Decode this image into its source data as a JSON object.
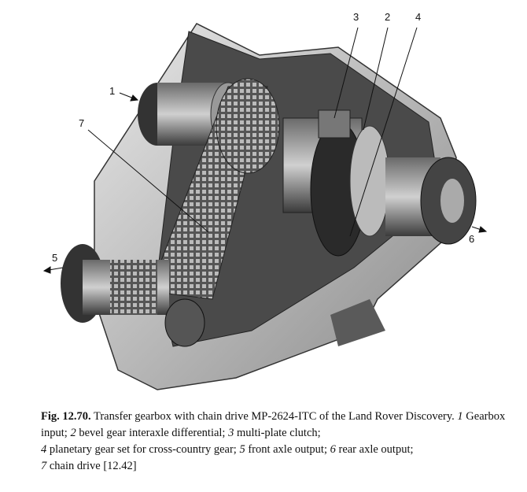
{
  "figure": {
    "callouts": [
      "1",
      "2",
      "3",
      "4",
      "5",
      "6",
      "7"
    ]
  },
  "caption": {
    "label": "Fig. 12.70.",
    "title": " Transfer gearbox with chain drive MP-2624-ITC of the Land Rover Discovery. ",
    "items": [
      {
        "num": "1",
        "text": " Gearbox input; "
      },
      {
        "num": "2",
        "text": " bevel gear interaxle differential; "
      },
      {
        "num": "3",
        "text": " multi-plate clutch; "
      },
      {
        "num": "4",
        "text": " planetary gear set for cross-country gear; "
      },
      {
        "num": "5",
        "text": " front axle output; "
      },
      {
        "num": "6",
        "text": " rear axle output; "
      },
      {
        "num": "7",
        "text": " chain drive [12.42]"
      }
    ]
  }
}
